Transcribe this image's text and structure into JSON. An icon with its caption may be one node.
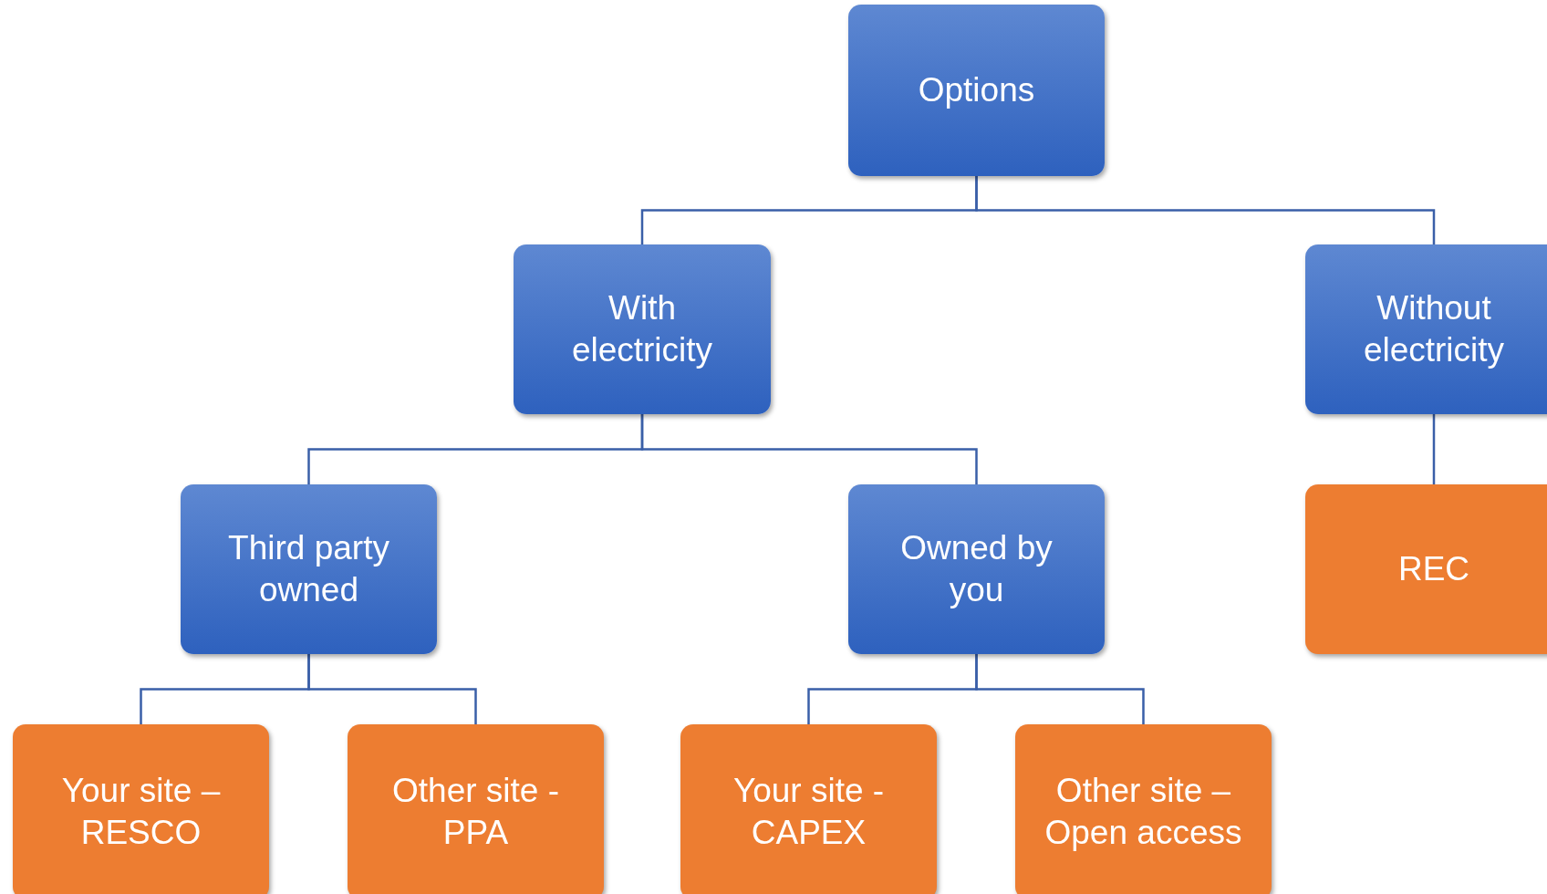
{
  "diagram": {
    "nodes": [
      {
        "text": [
          "Options"
        ]
      },
      {
        "text": [
          "With electricity"
        ]
      },
      {
        "text": [
          "Without electricity"
        ]
      },
      {
        "text": [
          "Third party owned"
        ]
      },
      {
        "text": [
          "Owned by you"
        ]
      },
      {
        "text": [
          "REC"
        ]
      },
      {
        "text": [
          "Your site – RESCO"
        ]
      },
      {
        "text": [
          "Other site - PPA"
        ]
      },
      {
        "text": [
          "Your site - CAPEX"
        ]
      },
      {
        "text": [
          "Other site – Open access"
        ]
      }
    ],
    "edges": [
      {
        "from": 0,
        "to": 1,
        "arrow": "none"
      },
      {
        "from": 0,
        "to": 2,
        "arrow": "none"
      },
      {
        "from": 1,
        "to": 3,
        "arrow": "none"
      },
      {
        "from": 1,
        "to": 4,
        "arrow": "none"
      },
      {
        "from": 2,
        "to": 5,
        "arrow": "none"
      },
      {
        "from": 3,
        "to": 6,
        "arrow": "none"
      },
      {
        "from": 3,
        "to": 7,
        "arrow": "none"
      },
      {
        "from": 4,
        "to": 8,
        "arrow": "none"
      },
      {
        "from": 4,
        "to": 9,
        "arrow": "none"
      }
    ]
  }
}
